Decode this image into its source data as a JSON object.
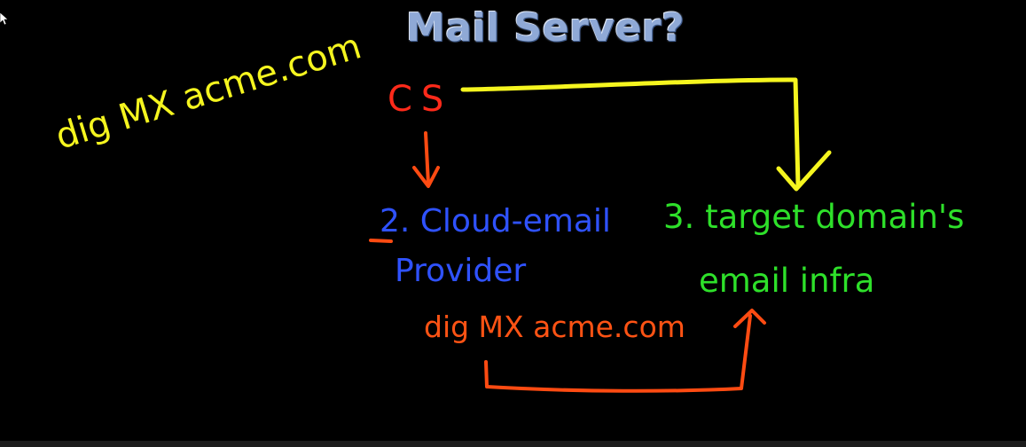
{
  "title": "Mail Server?",
  "notes": {
    "left_yellow": "dig MX acme.com",
    "source": "CS",
    "option_2_line1": "2. Cloud-email",
    "option_2_line2": "Provider",
    "option_2_query": "dig MX acme.com",
    "option_3_line1": "3. target domain's",
    "option_3_line2": "email infra"
  },
  "colors": {
    "background": "#000000",
    "title": "#8fa9d6",
    "yellow": "#f5f51f",
    "red": "#ff2a1a",
    "orange": "#ff5314",
    "blue": "#2f52ff",
    "green": "#2ee02a"
  },
  "icons": {
    "cursor": "mouse-pointer-icon"
  }
}
